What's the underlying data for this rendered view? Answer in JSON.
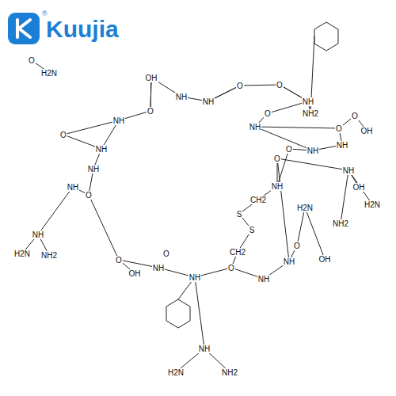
{
  "diagram": {
    "labels": [
      "Kuujia",
      "®",
      "O",
      "H2N",
      "OH",
      "O",
      "NH",
      "NH",
      "O",
      "NH",
      "O",
      "NH",
      "O",
      "NH",
      "NH2",
      "O",
      "OH",
      "O",
      "NH",
      "NH",
      "O",
      "NH",
      "O",
      "NH",
      "O",
      "NH",
      "NH",
      "H2N",
      "NH2",
      "O",
      "OH",
      "NH",
      "O",
      "NH",
      "O",
      "NH",
      "NH",
      "O",
      "NH",
      "H2N",
      "NH2",
      "S",
      "S",
      "CH2",
      "CH2",
      "H2N",
      "OH",
      "OH",
      "NH",
      "H2N",
      "NH2",
      "NH",
      "O"
    ]
  }
}
